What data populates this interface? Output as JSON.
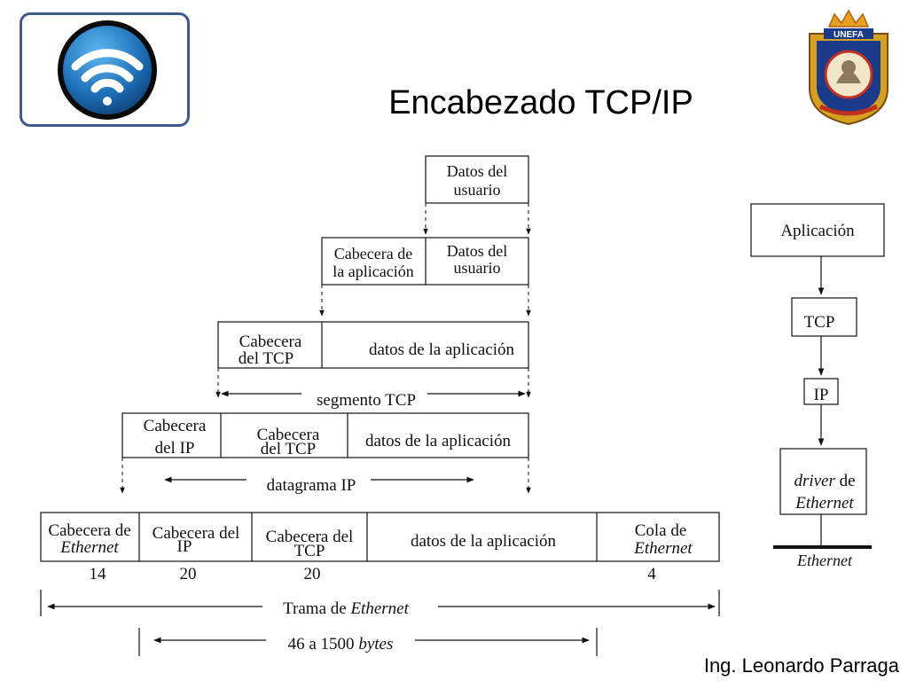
{
  "slide": {
    "title": "Encabezado TCP/IP",
    "footer": "Ing. Leonardo Parraga",
    "logo_icon": "wifi-icon",
    "crest_icon": "university-crest-icon",
    "crest_label": "UNEFA"
  },
  "stack": {
    "user_data_l1": "Datos del",
    "user_data_l2": "usuario",
    "app_header_l1": "Cabecera de",
    "app_header_l2": "la aplicación",
    "app_data": "datos de la aplicación",
    "tcp_header_l1": "Cabecera",
    "tcp_header_l2": "del TCP",
    "tcp_segment": "segmento TCP",
    "ip_header_l1": "Cabecera",
    "ip_header_l2": "del IP",
    "ip_datagram": "datagrama IP",
    "frame": {
      "eth_header_l1": "Cabecera de",
      "eth_header_l2": "Ethernet",
      "ip_header_l1": "Cabecera del",
      "ip_header_l2": "IP",
      "tcp_header_l1": "Cabecera del",
      "tcp_header_l2": "TCP",
      "trailer_l1": "Cola  de",
      "trailer_l2": "Ethernet"
    },
    "sizes": [
      "14",
      "20",
      "20",
      "4"
    ],
    "frame_label_a": "Trama de ",
    "frame_label_b": "Ethernet",
    "bytes_label_a": "46 a 1500 ",
    "bytes_label_b": "bytes"
  },
  "layers": {
    "application": "Aplicación",
    "tcp": "TCP",
    "ip": "IP",
    "driver_l1a": "driver",
    "driver_l1b": " de",
    "driver_l2": "Ethernet",
    "bus": "Ethernet"
  }
}
